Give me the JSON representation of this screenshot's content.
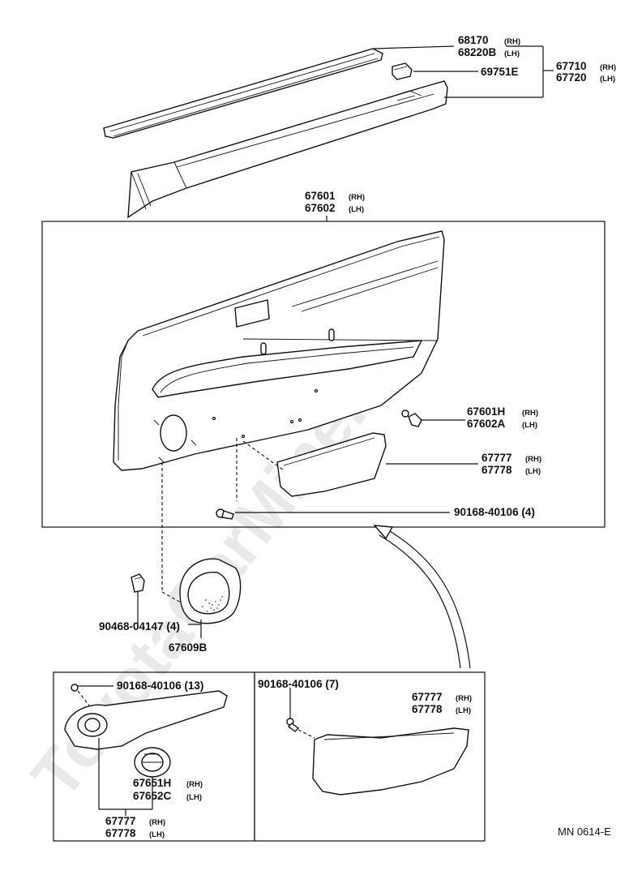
{
  "watermark": "ToyotaCarMine.ru",
  "figure_code": "MN 0614-E",
  "labels": {
    "weatherstrip": {
      "l1": "68170",
      "s1": "(RH)",
      "l2": "68220B",
      "s2": "(LH)"
    },
    "armrest_upper": {
      "l1": "67710",
      "s1": "(RH)",
      "l2": "67720",
      "s2": "(LH)"
    },
    "clip_69751": {
      "l1": "69751E"
    },
    "door_trim": {
      "l1": "67601",
      "s1": "(RH)",
      "l2": "67602",
      "s2": "(LH)"
    },
    "clip_67601h": {
      "l1": "67601H",
      "s1": "(RH)",
      "l2": "67602A",
      "s2": "(LH)"
    },
    "pull_handle_main": {
      "l1": "67777",
      "s1": "(RH)",
      "l2": "67778",
      "s2": "(LH)"
    },
    "screw_main": {
      "l1": "90168-40106 (4)"
    },
    "clip_90468": {
      "l1": "90468-04147 (4)"
    },
    "speaker_grille": {
      "l1": "67609B"
    },
    "screw_left_box": {
      "l1": "90168-40106 (13)"
    },
    "bezel": {
      "l1": "67651H",
      "s1": "(RH)",
      "l2": "67652C",
      "s2": "(LH)"
    },
    "handle_left_box": {
      "l1": "67777",
      "s1": "(RH)",
      "l2": "67778",
      "s2": "(LH)"
    },
    "screw_right_box": {
      "l1": "90168-40106 (7)"
    },
    "handle_right_box": {
      "l1": "67777",
      "s1": "(RH)",
      "l2": "67778",
      "s2": "(LH)"
    }
  }
}
